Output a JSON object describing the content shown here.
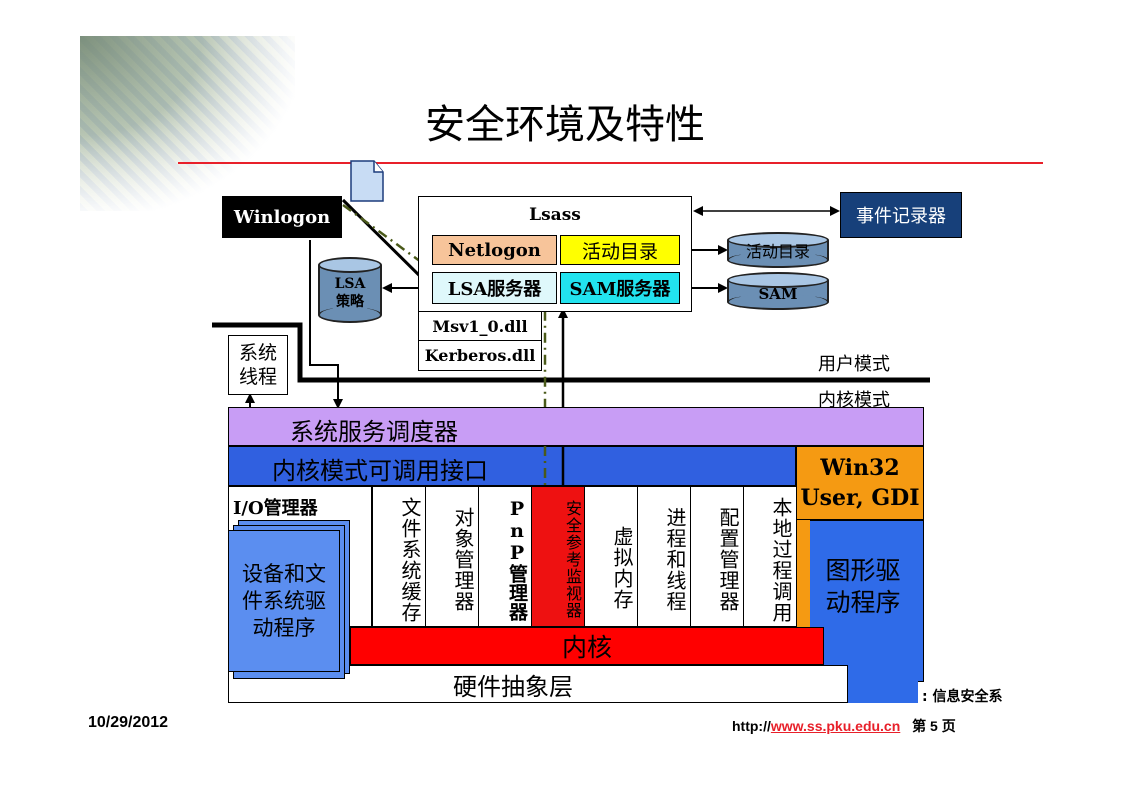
{
  "slide": {
    "title": "安全环境及特性",
    "footer_date": "10/29/2012",
    "footer_url_prefix": "http://",
    "footer_url_link": "www.ss.pku.edu.cn",
    "footer_page": "第 5 页",
    "footer_org": "信息安全系"
  },
  "diagram": {
    "winlogon": "Winlogon",
    "lsass": "Lsass",
    "netlogon": "Netlogon",
    "active_directory_box": "活动目录",
    "lsa_server": "LSA服务器",
    "sam_server": "SAM服务器",
    "msv": "Msv1_0.dll",
    "kerberos": "Kerberos.dll",
    "lsa_policy_db": "LSA\n策略",
    "active_directory_db": "活动目录",
    "sam_db": "SAM",
    "event_logger": "事件记录器",
    "system_threads": "系统\n线程",
    "user_mode": "用户模式",
    "kernel_mode": "内核模式",
    "system_service_dispatcher": "系统服务调度器",
    "kernel_callable_interface": "内核模式可调用接口",
    "win32_line1": "Win32",
    "win32_line2": "User, GDI",
    "io_manager": "I/O管理器",
    "device_drivers": "设备和文件系统驱动程序",
    "graphics_drivers": "图形驱动程序",
    "fs_cache": "文件系统缓存",
    "object_manager": "对象管理器",
    "pnp_manager": "PnP管理器",
    "security_reference_monitor": "安全参考监视器",
    "virtual_memory": "虚拟内存",
    "process_thread": "进程和线程",
    "config_manager": "配置管理器",
    "lpc": "本地过程调用",
    "kernel": "内核",
    "hal": "硬件抽象层"
  },
  "colors": {
    "dispatcher": "#c89df5",
    "interface": "#3060e0",
    "win32": "#f59a12",
    "graphics": "#2f6be8",
    "kernel": "#ff0000",
    "security_monitor": "#ee1111",
    "device_drivers": "#5b8ef0",
    "event_logger": "#17407a",
    "netlogon": "#f7c49a",
    "active_directory": "#ffff00",
    "lsa_server": "#dff8fb",
    "sam_server": "#22e3ef"
  }
}
